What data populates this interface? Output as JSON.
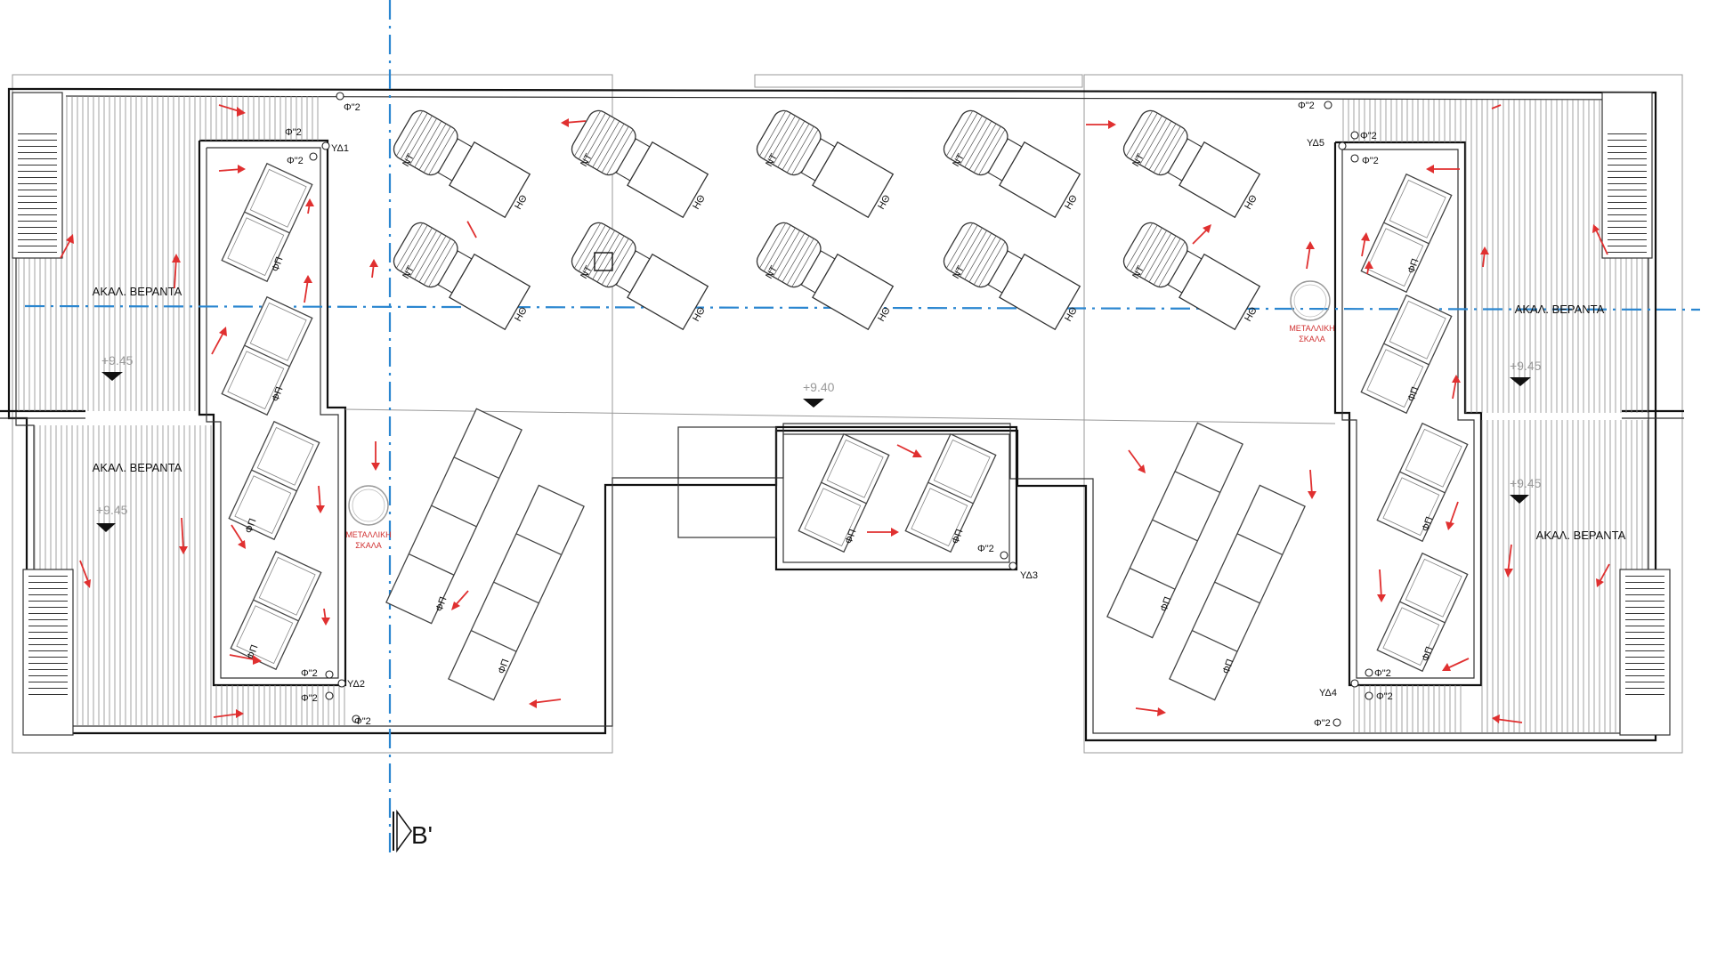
{
  "labels": {
    "veranda": "ΑΚΑΛ. ΒΕΡΑΝΤΑ",
    "metal_stair_1": "ΜΕΤΑΛΛΙΚΗ",
    "metal_stair_2": "ΣΚΑΛΑ",
    "elevation_veranda": "+9.45",
    "elevation_roof": "+9.40",
    "section": "B'",
    "nt": "ΝΤ",
    "ht": "ΗΘ",
    "fp": "ΦΠ",
    "pipe": "Φ\"2"
  },
  "downpipes": [
    "ΥΔ1",
    "ΥΔ2",
    "ΥΔ3",
    "ΥΔ4",
    "ΥΔ5"
  ],
  "colors": {
    "axis": "#2a86d0",
    "arrows": "#e03030",
    "walls": "#111111"
  }
}
